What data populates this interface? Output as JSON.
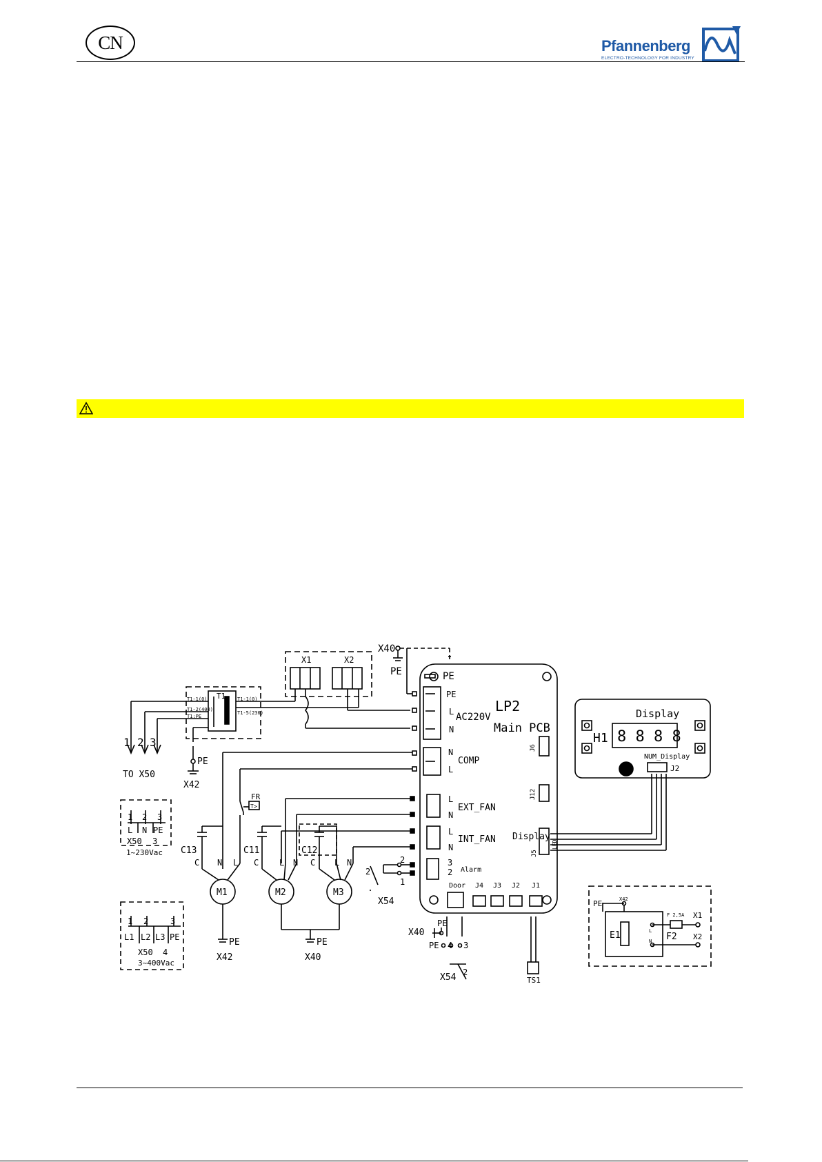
{
  "header": {
    "language_badge": "CN",
    "brand_name": "Pfannenberg",
    "brand_tagline": "ELECTRO-TECHNOLOGY FOR INDUSTRY"
  },
  "colors": {
    "warning_bar": "#ffff00",
    "brand_blue": "#1f5aa6",
    "line": "#000000"
  },
  "icons": {
    "warning": "warning-triangle-icon",
    "brand": "pfannenberg-logo-mark"
  },
  "diagram": {
    "labels": {
      "x40_top": "X40",
      "pe_top": "PE",
      "x1": "X1",
      "x2": "X2",
      "t1": "T1",
      "t1_10_left": "T1-1(0)",
      "t1_10_right": "T1-1(0)",
      "t1_2_400": "T1-2(400)",
      "t1_pe": "T1:PE",
      "t1_5_230": "T1-5(230)",
      "wire_1": "1",
      "wire_2": "2",
      "wire_3": "3",
      "to_x50": "TO X50",
      "pe_x42_top": "PE",
      "x42_top": "X42",
      "fr": "FR",
      "fr_symbol": "T>",
      "c13": "C13",
      "c11": "C11",
      "c12": "C12",
      "m1": "M1",
      "m2": "M2",
      "m3": "M3",
      "m1_c": "C",
      "m1_n": "N",
      "m1_l": "L",
      "m2_c": "C",
      "m2_l": "L",
      "m2_n": "N",
      "m3_c": "C",
      "m3_l": "L",
      "m3_n": "N",
      "pe_m1": "PE",
      "x42_m1": "X42",
      "pe_m23": "PE",
      "x40_m23": "X40",
      "x54_left": "X54",
      "x54_left_2": "2",
      "x54_left_a": "2",
      "x54_left_b": "1",
      "box230_1": "1",
      "box230_2": "2",
      "box230_3": "3",
      "box230_l": "L",
      "box230_n": "N",
      "box230_pe": "PE",
      "box230_x50": "X50",
      "box230_x50n": "3",
      "box230_voltage": "1~230Vac",
      "box400_1": "1",
      "box400_2": "2",
      "box400_3": "3",
      "box400_l1": "L1",
      "box400_l2": "L2",
      "box400_l3": "L3",
      "box400_pe": "PE",
      "box400_x50": "X50",
      "box400_x50n": "4",
      "box400_voltage": "3~400Vac",
      "pcb_pe": "PE",
      "pcb_pe_pin": "PE",
      "pcb_l_pin": "L",
      "pcb_n_pin": "N",
      "pcb_ac220": "AC220V",
      "pcb_title": "LP2",
      "pcb_subtitle": "Main PCB",
      "pcb_j6": "J6",
      "pcb_comp_n": "N",
      "pcb_comp_l": "L",
      "pcb_comp": "COMP",
      "pcb_j12": "J12",
      "pcb_ext_l": "L",
      "pcb_ext_n": "N",
      "pcb_ext_fan": "EXT_FAN",
      "pcb_int_l": "L",
      "pcb_int_n": "N",
      "pcb_int_fan": "INT_FAN",
      "pcb_display": "Display",
      "pcb_j5": "J5",
      "pcb_led": "LED",
      "pcb_alarm_3": "3",
      "pcb_alarm_2": "2",
      "pcb_alarm": "Alarm",
      "pcb_door": "Door",
      "pcb_j4": "J4",
      "pcb_j3": "J3",
      "pcb_j2": "J2",
      "pcb_j1": "J1",
      "x40_bottom": "X40",
      "pe_bottom": "PE",
      "pe_bottom2": "PE",
      "x54_bottom_4": "4",
      "x54_bottom_3": "3",
      "x54_bottom": "X54",
      "x54_bottom_2": "2",
      "ts1": "TS1",
      "disp_title": "Display",
      "disp_h1": "H1",
      "disp_digits": "8 8 8 8",
      "disp_num": "NUM_Display",
      "disp_j2": "J2",
      "heater_pe": "PE",
      "heater_x42": "X42",
      "heater_fuse_rating": "F 2,5A",
      "heater_x1": "X1",
      "heater_x2": "X2",
      "heater_e1": "E1",
      "heater_f2": "F2",
      "heater_l": "L",
      "heater_n": "N"
    }
  }
}
